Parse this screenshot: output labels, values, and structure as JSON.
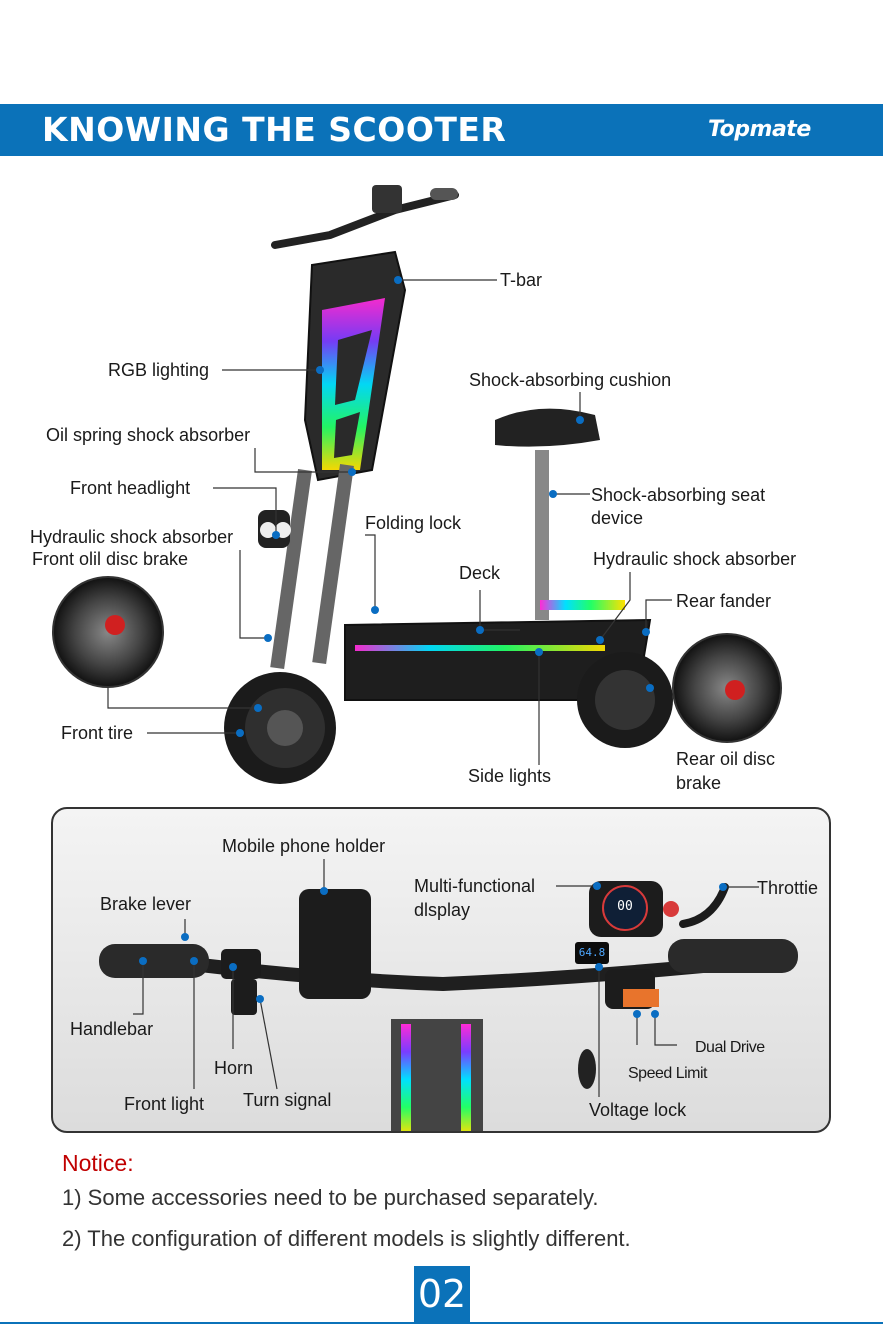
{
  "header": {
    "title": "KNOWING THE SCOOTER",
    "brand": "Topmate"
  },
  "scooter_labels": {
    "t_bar": "T-bar",
    "rgb_lighting": "RGB lighting",
    "shock_cushion": "Shock-absorbing cushion",
    "oil_spring": "Oil spring shock absorber",
    "front_headlight": "Front headlight",
    "seat_device_1": "Shock-absorbing seat",
    "seat_device_2": "device",
    "hydraulic_front": "Hydraulic shock absorber",
    "folding_lock": "Folding lock",
    "front_disc": "Front olil disc brake",
    "hydraulic_rear": "Hydraulic shock absorber",
    "deck": "Deck",
    "rear_fender": "Rear fander",
    "front_tire": "Front tire",
    "side_lights": "Side lights",
    "rear_disc_1": "Rear oil disc",
    "rear_disc_2": "brake"
  },
  "handlebar_labels": {
    "phone_holder": "Mobile phone holder",
    "display_1": "Multi-functional",
    "display_2": "dlsplay",
    "throttle": "Throttie",
    "brake_lever": "Brake lever",
    "handlebar": "Handlebar",
    "horn": "Horn",
    "front_light": "Front light",
    "turn_signal": "Turn signal",
    "dual_drive": "Dual Drive",
    "speed_limit": "Speed Limit",
    "voltage_lock": "Voltage lock",
    "display_reading": "00",
    "voltmeter": "64.8"
  },
  "notice": {
    "title": "Notice:",
    "line1": "1) Some accessories need to be purchased separately.",
    "line2": "2) The configuration of different models is slightly different."
  },
  "page_number": "02"
}
